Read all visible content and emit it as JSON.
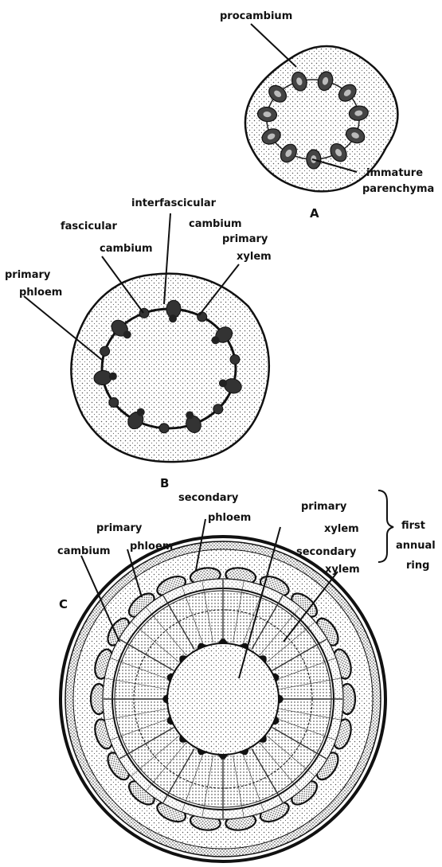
{
  "figure": {
    "panels": [
      {
        "id": "A",
        "label": "A",
        "callouts": {
          "procambium": "procambium",
          "immature_1": "immature",
          "immature_2": "parenchyma"
        }
      },
      {
        "id": "B",
        "label": "B",
        "callouts": {
          "interfascicular_1": "interfascicular",
          "interfascicular_2": "cambium",
          "fascicular_1": "fascicular",
          "fascicular_2": "cambium",
          "primary_phloem_1": "primary",
          "primary_phloem_2": "phloem",
          "primary_xylem_1": "primary",
          "primary_xylem_2": "xylem"
        }
      },
      {
        "id": "C",
        "label": "C",
        "callouts": {
          "primary_phloem_1": "primary",
          "primary_phloem_2": "phloem",
          "secondary_phloem_1": "secondary",
          "secondary_phloem_2": "phloem",
          "cambium": "cambium",
          "primary_xylem_1": "primary",
          "primary_xylem_2": "xylem",
          "secondary_xylem_1": "secondary",
          "secondary_xylem_2": "xylem",
          "ring_1": "first",
          "ring_2": "annual",
          "ring_3": "ring"
        }
      }
    ]
  },
  "colors": {
    "ink": "#111111",
    "stipple": "#555555",
    "paper": "#ffffff"
  }
}
